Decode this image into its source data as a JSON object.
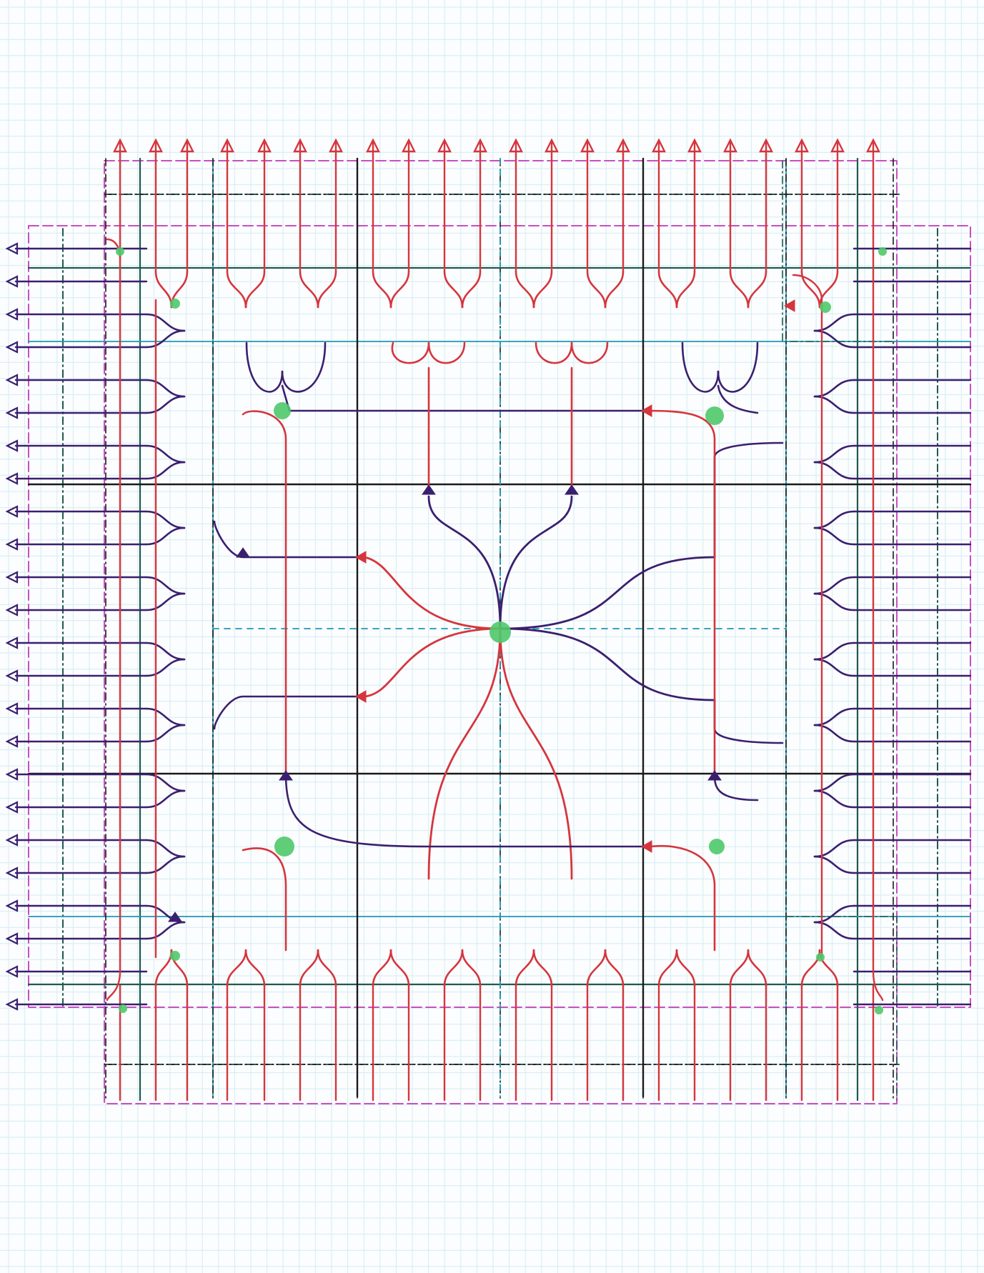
{
  "page": {
    "paper": "graph paper",
    "background_color": "#fbfdfe"
  },
  "diagram": {
    "description_visible_text": "",
    "colors": {
      "grid_major": "#b9dbe6",
      "grid_minor": "#d6ecf2",
      "red_tree": "#d6353d",
      "purple_tree": "#3b1f6e",
      "black_lines": "#1a1a1a",
      "teal_lines": "#1b9ab4",
      "dark_green_lines": "#1f5a50",
      "magenta_lines": "#c94fc0",
      "green_dots": "#4fc96a"
    },
    "elements": {
      "top_arrowheads": "red-open-triangle-up",
      "left_arrowheads": "purple-open-triangle-left",
      "center_node": "green-dot",
      "quadrant_nodes": "green-dot"
    }
  }
}
